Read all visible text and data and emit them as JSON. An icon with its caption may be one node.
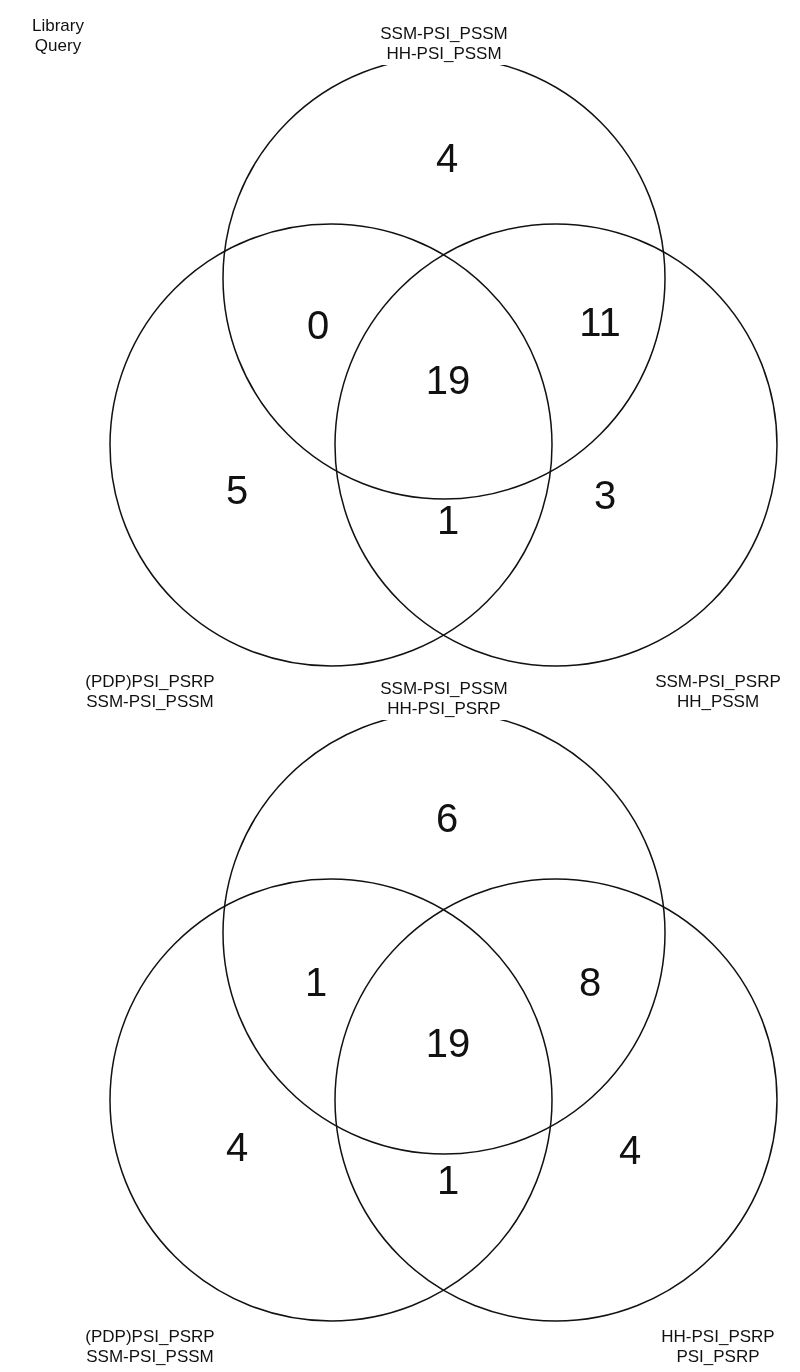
{
  "diagram": {
    "nodes": [
      {
        "text": [
          "SSM-PSI_PSSM HH-PSI_PSSM"
        ]
      },
      {
        "text": [
          "(PDP)PSI_PSRP SSM-PSI_PSSM"
        ]
      },
      {
        "text": [
          "SSM-PSI_PSRP HH_PSSM"
        ]
      },
      {
        "text": [
          "SSM-PSI_PSSM HH-PSI_PSRP"
        ]
      },
      {
        "text": [
          "(PDP)PSI_PSRP SSM-PSI_PSSM"
        ]
      },
      {
        "text": [
          "HH-PSI_PSRP PSI_PSRP"
        ]
      }
    ],
    "labels": [
      "Library Query",
      "4",
      "0",
      "11",
      "19",
      "5",
      "3",
      "1",
      "6",
      "1",
      "8",
      "19",
      "4",
      "4",
      "1"
    ]
  }
}
